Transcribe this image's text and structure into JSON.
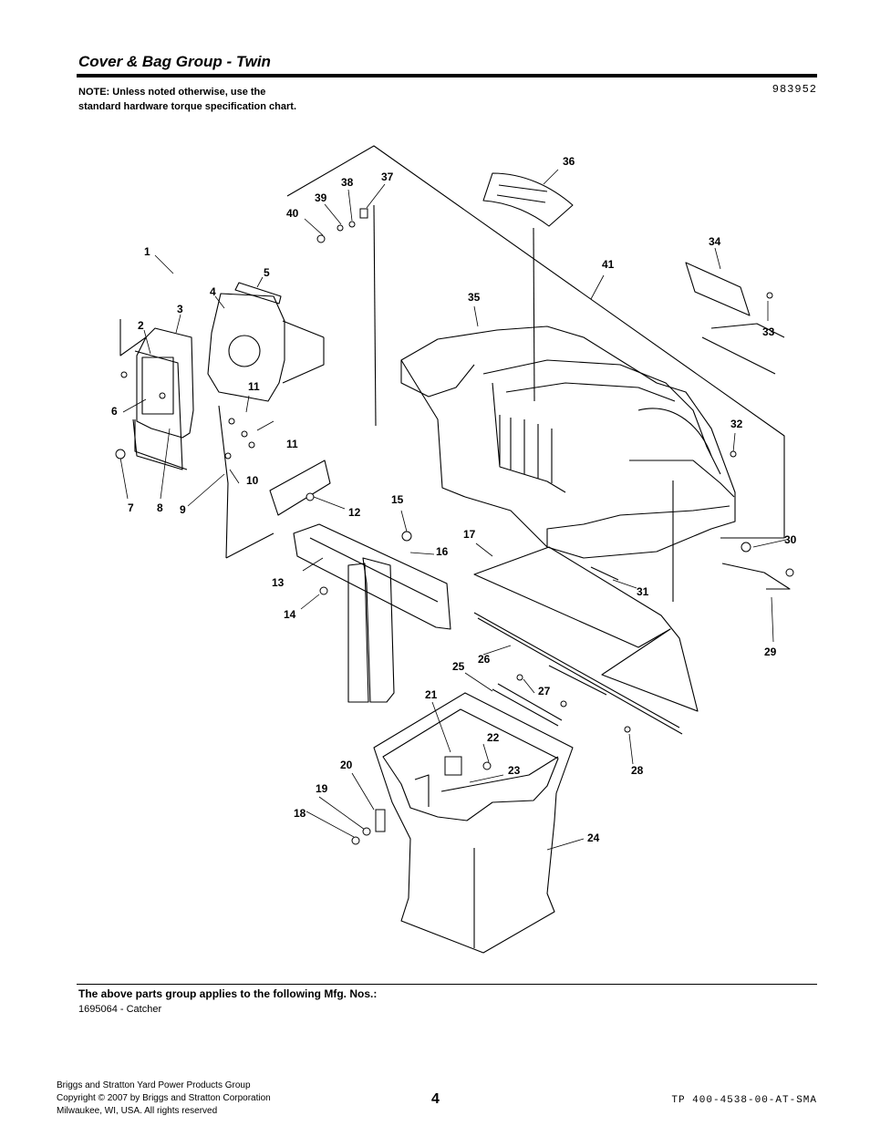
{
  "header": {
    "title": "Cover & Bag Group - Twin",
    "note": "NOTE: Unless noted otherwise, use the standard hardware torque specification chart.",
    "diagram_number": "983952"
  },
  "diagram": {
    "callouts": [
      "1",
      "2",
      "3",
      "4",
      "5",
      "6",
      "7",
      "8",
      "9",
      "10",
      "11",
      "11",
      "12",
      "13",
      "14",
      "15",
      "16",
      "17",
      "18",
      "19",
      "20",
      "21",
      "22",
      "23",
      "24",
      "25",
      "26",
      "27",
      "28",
      "29",
      "30",
      "31",
      "32",
      "33",
      "34",
      "35",
      "36",
      "37",
      "38",
      "39",
      "40",
      "41"
    ]
  },
  "applies": {
    "heading": "The above parts group applies to the following Mfg. Nos.:",
    "items": [
      "1695064 - Catcher"
    ]
  },
  "footer": {
    "company": "Briggs and Stratton Yard Power Products Group",
    "copyright": "Copyright ©  2007 by Briggs and Stratton Corporation",
    "location": "Milwaukee, WI, USA. All rights reserved",
    "page_number": "4",
    "doc_code": "TP 400-4538-00-AT-SMA"
  }
}
